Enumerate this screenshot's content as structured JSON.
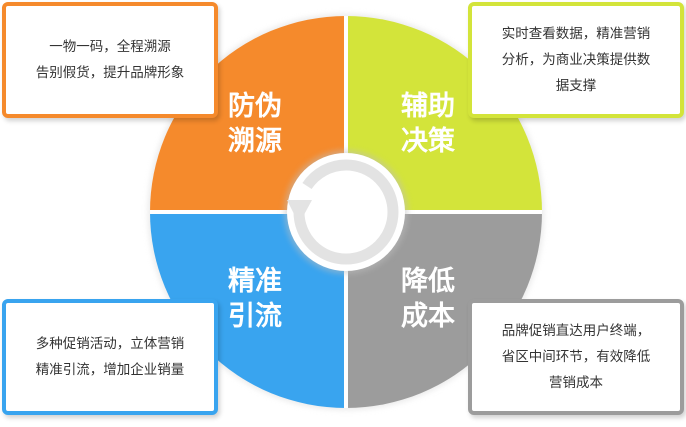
{
  "quadrants": [
    {
      "id": "tl",
      "line1": "防伪",
      "line2": "溯源",
      "color": "#f58a2c"
    },
    {
      "id": "tr",
      "line1": "辅助",
      "line2": "决策",
      "color": "#d3e43a"
    },
    {
      "id": "bl",
      "line1": "精准",
      "line2": "引流",
      "color": "#39a4ef"
    },
    {
      "id": "br",
      "line1": "降低",
      "line2": "成本",
      "color": "#9c9c9c"
    }
  ],
  "callouts": {
    "tl": [
      "一物一码，全程溯源",
      "告别假货，提升品牌形象"
    ],
    "tr": [
      "实时查看数据，精准营销",
      "分析，为商业决策提供数",
      "据支撑"
    ],
    "bl": [
      "多种促销活动，立体营销",
      "精准引流，增加企业销量"
    ],
    "br": [
      "品牌促销直达用户终端，",
      "省区中间环节，有效降低",
      "营销成本"
    ]
  },
  "center_icon": "refresh-cycle-icon"
}
